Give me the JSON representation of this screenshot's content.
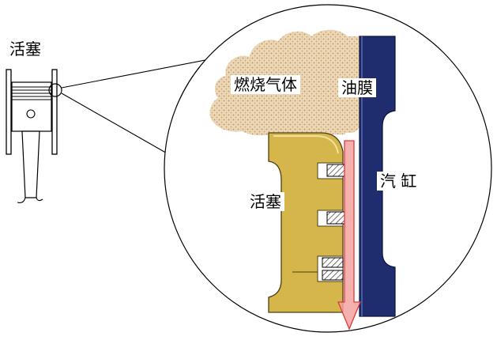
{
  "labels": {
    "piston_small": "活塞",
    "combustion_gas": "燃烧气体",
    "oil_film": "油膜",
    "cylinder": "汽 缸",
    "piston_detail": "活塞"
  },
  "colors": {
    "gas_fill": "#e9d3b0",
    "gas_dots": "#c6a06d",
    "piston_fill": "#d4b64a",
    "piston_edge": "#4b3d16",
    "cylinder_fill": "#1f2d6f",
    "ring_fill": "#ffffff",
    "arrow_fill": "#f2a3a0",
    "arrow_edge": "#e03b3b"
  }
}
